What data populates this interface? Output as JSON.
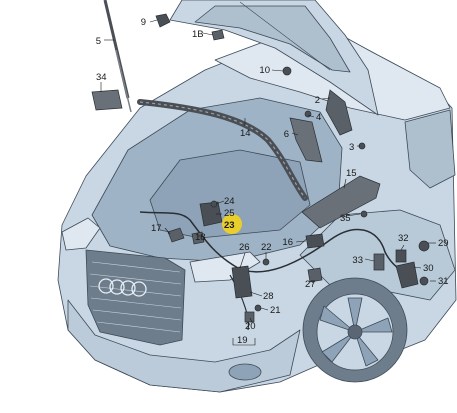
{
  "diagram": {
    "parts": [
      {
        "id": "p9",
        "label": "9"
      },
      {
        "id": "p1b",
        "label": "1B"
      },
      {
        "id": "p5",
        "label": "5"
      },
      {
        "id": "p10",
        "label": "10"
      },
      {
        "id": "p34",
        "label": "34"
      },
      {
        "id": "p2",
        "label": "2"
      },
      {
        "id": "p4",
        "label": "4"
      },
      {
        "id": "p14",
        "label": "14"
      },
      {
        "id": "p6",
        "label": "6"
      },
      {
        "id": "p3",
        "label": "3"
      },
      {
        "id": "p15",
        "label": "15"
      },
      {
        "id": "p35",
        "label": "35"
      },
      {
        "id": "p24",
        "label": "24"
      },
      {
        "id": "p25",
        "label": "25"
      },
      {
        "id": "p23",
        "label": "23"
      },
      {
        "id": "p17",
        "label": "17"
      },
      {
        "id": "p18",
        "label": "18"
      },
      {
        "id": "p16",
        "label": "16"
      },
      {
        "id": "p22",
        "label": "22"
      },
      {
        "id": "p26",
        "label": "26"
      },
      {
        "id": "p32",
        "label": "32"
      },
      {
        "id": "p29",
        "label": "29"
      },
      {
        "id": "p33",
        "label": "33"
      },
      {
        "id": "p30",
        "label": "30"
      },
      {
        "id": "p31",
        "label": "31"
      },
      {
        "id": "p27",
        "label": "27"
      },
      {
        "id": "p28",
        "label": "28"
      },
      {
        "id": "p21",
        "label": "21"
      },
      {
        "id": "p20",
        "label": "20"
      },
      {
        "id": "p19",
        "label": "19"
      }
    ],
    "highlighted_part": "23",
    "colors": {
      "car_body": "#c9d7e4",
      "car_shade": "#9fb3c6",
      "line": "#3d4a57",
      "part_dark": "#4a4f55",
      "highlight": "#f2d21f"
    }
  }
}
